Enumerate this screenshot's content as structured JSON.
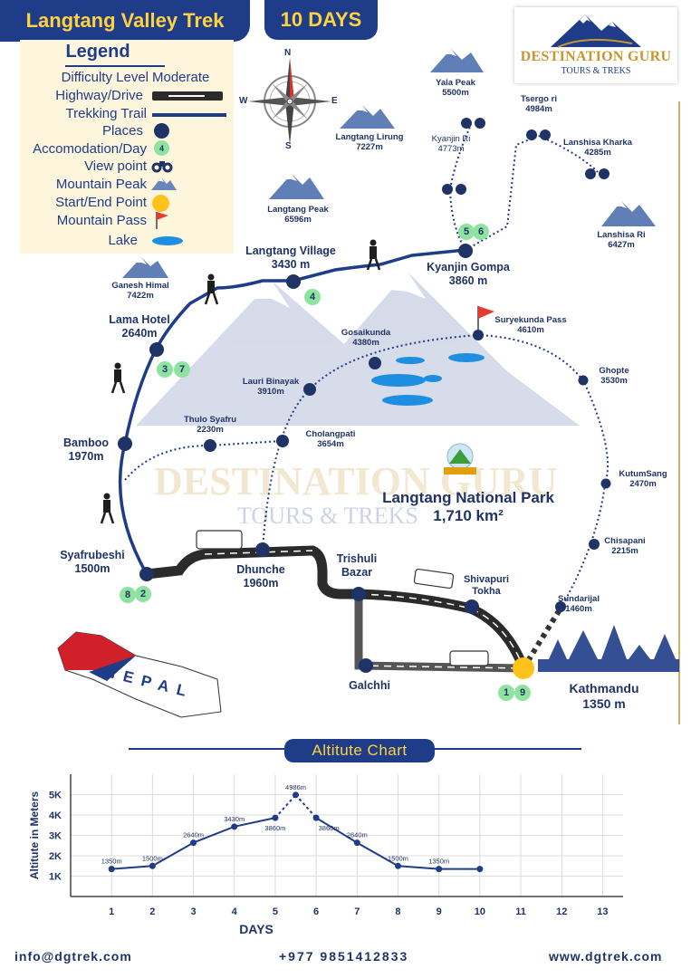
{
  "header": {
    "title": "Langtang Valley Trek",
    "days": "10 DAYS"
  },
  "logo": {
    "brand": "DESTINATION GURU",
    "tagline": "TOURS & TREKS"
  },
  "legend": {
    "title": "Legend",
    "items": [
      {
        "label": "Difficulty Level",
        "value": "Moderate"
      },
      {
        "label": "Highway/Drive"
      },
      {
        "label": "Trekking Trail"
      },
      {
        "label": "Places"
      },
      {
        "label": "Accomodation/Day",
        "value": "4"
      },
      {
        "label": "View point"
      },
      {
        "label": "Mountain Peak"
      },
      {
        "label": "Start/End Point"
      },
      {
        "label": "Mountain Pass"
      },
      {
        "label": "Lake"
      }
    ]
  },
  "compass": {
    "n": "N",
    "s": "S",
    "e": "E",
    "w": "W"
  },
  "places": [
    {
      "name": "Langtang Village",
      "alt": "3430 m"
    },
    {
      "name": "Kyanjin Gompa",
      "alt": "3860 m"
    },
    {
      "name": "Lama Hotel",
      "alt": "2640m"
    },
    {
      "name": "Bamboo",
      "alt": "1970m"
    },
    {
      "name": "Syafrubeshi",
      "alt": "1500m"
    },
    {
      "name": "Dhunche",
      "alt": "1960m"
    },
    {
      "name": "Trishuli",
      "alt": "Bazar"
    },
    {
      "name": "Galchhi",
      "alt": ""
    },
    {
      "name": "Kathmandu",
      "alt": "1350 m"
    },
    {
      "name": "Shivapuri",
      "alt": "Tokha"
    }
  ],
  "minor_places": [
    {
      "name": "Gosaikunda",
      "alt": "4380m"
    },
    {
      "name": "Suryekunda Pass",
      "alt": "4610m"
    },
    {
      "name": "Lauri Binayak",
      "alt": "3910m"
    },
    {
      "name": "Ghopte",
      "alt": "3530m"
    },
    {
      "name": "Thulo Syafru",
      "alt": "2230m"
    },
    {
      "name": "Cholangpati",
      "alt": "3654m"
    },
    {
      "name": "KutumSang",
      "alt": "2470m"
    },
    {
      "name": "Chisapani",
      "alt": "2215m"
    },
    {
      "name": "Sundarijal",
      "alt": "1460m"
    }
  ],
  "peaks": [
    {
      "name": "Yala Peak",
      "alt": "5500m"
    },
    {
      "name": "Tsergo ri",
      "alt": "4984m"
    },
    {
      "name": "Langtang Lirung",
      "alt": "7227m"
    },
    {
      "name": "Kyanjin Ri",
      "alt": "4773m"
    },
    {
      "name": "Lanshisa Kharka",
      "alt": "4285m"
    },
    {
      "name": "Langtang Peak",
      "alt": "6596m"
    },
    {
      "name": "Lanshisa Ri",
      "alt": "6427m"
    },
    {
      "name": "Ganesh Himal",
      "alt": "7422m"
    }
  ],
  "badges": [
    "4",
    "5",
    "6",
    "3",
    "7",
    "8",
    "2",
    "1",
    "9"
  ],
  "park": {
    "name": "Langtang National Park",
    "area": "1,710 km²"
  },
  "country": "NEPAL",
  "chart_data": {
    "type": "line",
    "title": "Altitute Chart",
    "xlabel": "DAYS",
    "ylabel": "Altitute in Meters",
    "xticks": [
      1,
      2,
      3,
      4,
      5,
      6,
      7,
      8,
      9,
      10,
      11,
      12,
      13
    ],
    "yticks": [
      "1K",
      "2K",
      "3K",
      "4K",
      "5K"
    ],
    "xlim": [
      0,
      13.5
    ],
    "ylim": [
      0,
      6000
    ],
    "series": [
      {
        "x": [
          1,
          2,
          3,
          4,
          5,
          5.5,
          6,
          7,
          8,
          9,
          10
        ],
        "y": [
          1350,
          1500,
          2640,
          3430,
          3860,
          4986,
          3860,
          2640,
          1500,
          1350,
          1350
        ],
        "labels": [
          "1350m",
          "1500m",
          "2640m",
          "3430m",
          "3860m",
          "4986m",
          "3860m",
          "2640m",
          "1500m",
          "1350m",
          ""
        ]
      }
    ],
    "grid": true
  },
  "footer": {
    "email": "info@dgtrek.com",
    "phone": "+977 9851412833",
    "web": "www.dgtrek.com"
  },
  "colors": {
    "navy": "#1f3c88",
    "gold": "#ffd23f",
    "badge": "#8fe3a1",
    "road": "#2b2b2b"
  }
}
